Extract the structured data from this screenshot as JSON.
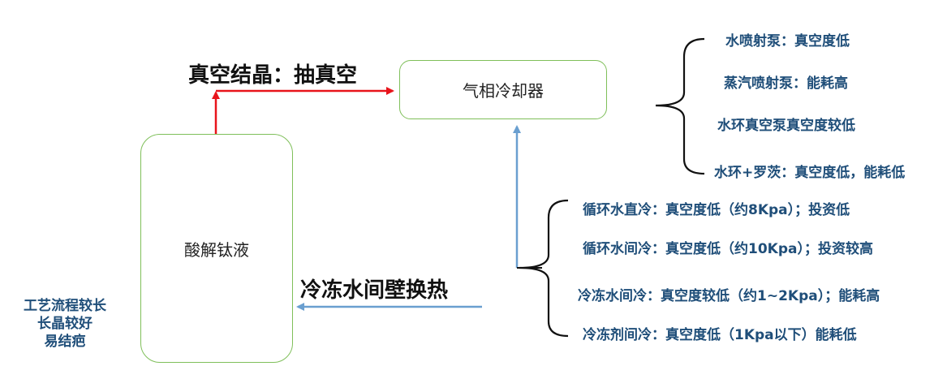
{
  "tank_label": "酸解钛液",
  "cooler_label": "气相冷却器",
  "vacuum_label": "真空结晶：抽真空",
  "chilled_label": "冷冻水间壁换热",
  "left_note": [
    "工艺流程较长",
    "长晶较好",
    "易结疤"
  ],
  "vacuum_pump_options": [
    "水喷射泵：真空度低",
    "蒸汽喷射泵：能耗高",
    "水环真空泵真空度较低",
    "水环+罗茨：真空度低，能耗低"
  ],
  "cooling_options": [
    "循环水直冷：真空度低（约8Kpa）；投资低",
    "循环水间冷：真空度低（约10Kpa）；投资较高",
    "冷冻水间冷：真空度较低（约1~2Kpa）；能耗高",
    "冷冻剂间冷：真空度低（1Kpa以下）能耗低"
  ],
  "colors": {
    "red_arrow": "#e8141b",
    "blue_arrow": "#6a9fd0",
    "box_border": "#7fbf5a",
    "option_text": "#1f4e79"
  }
}
